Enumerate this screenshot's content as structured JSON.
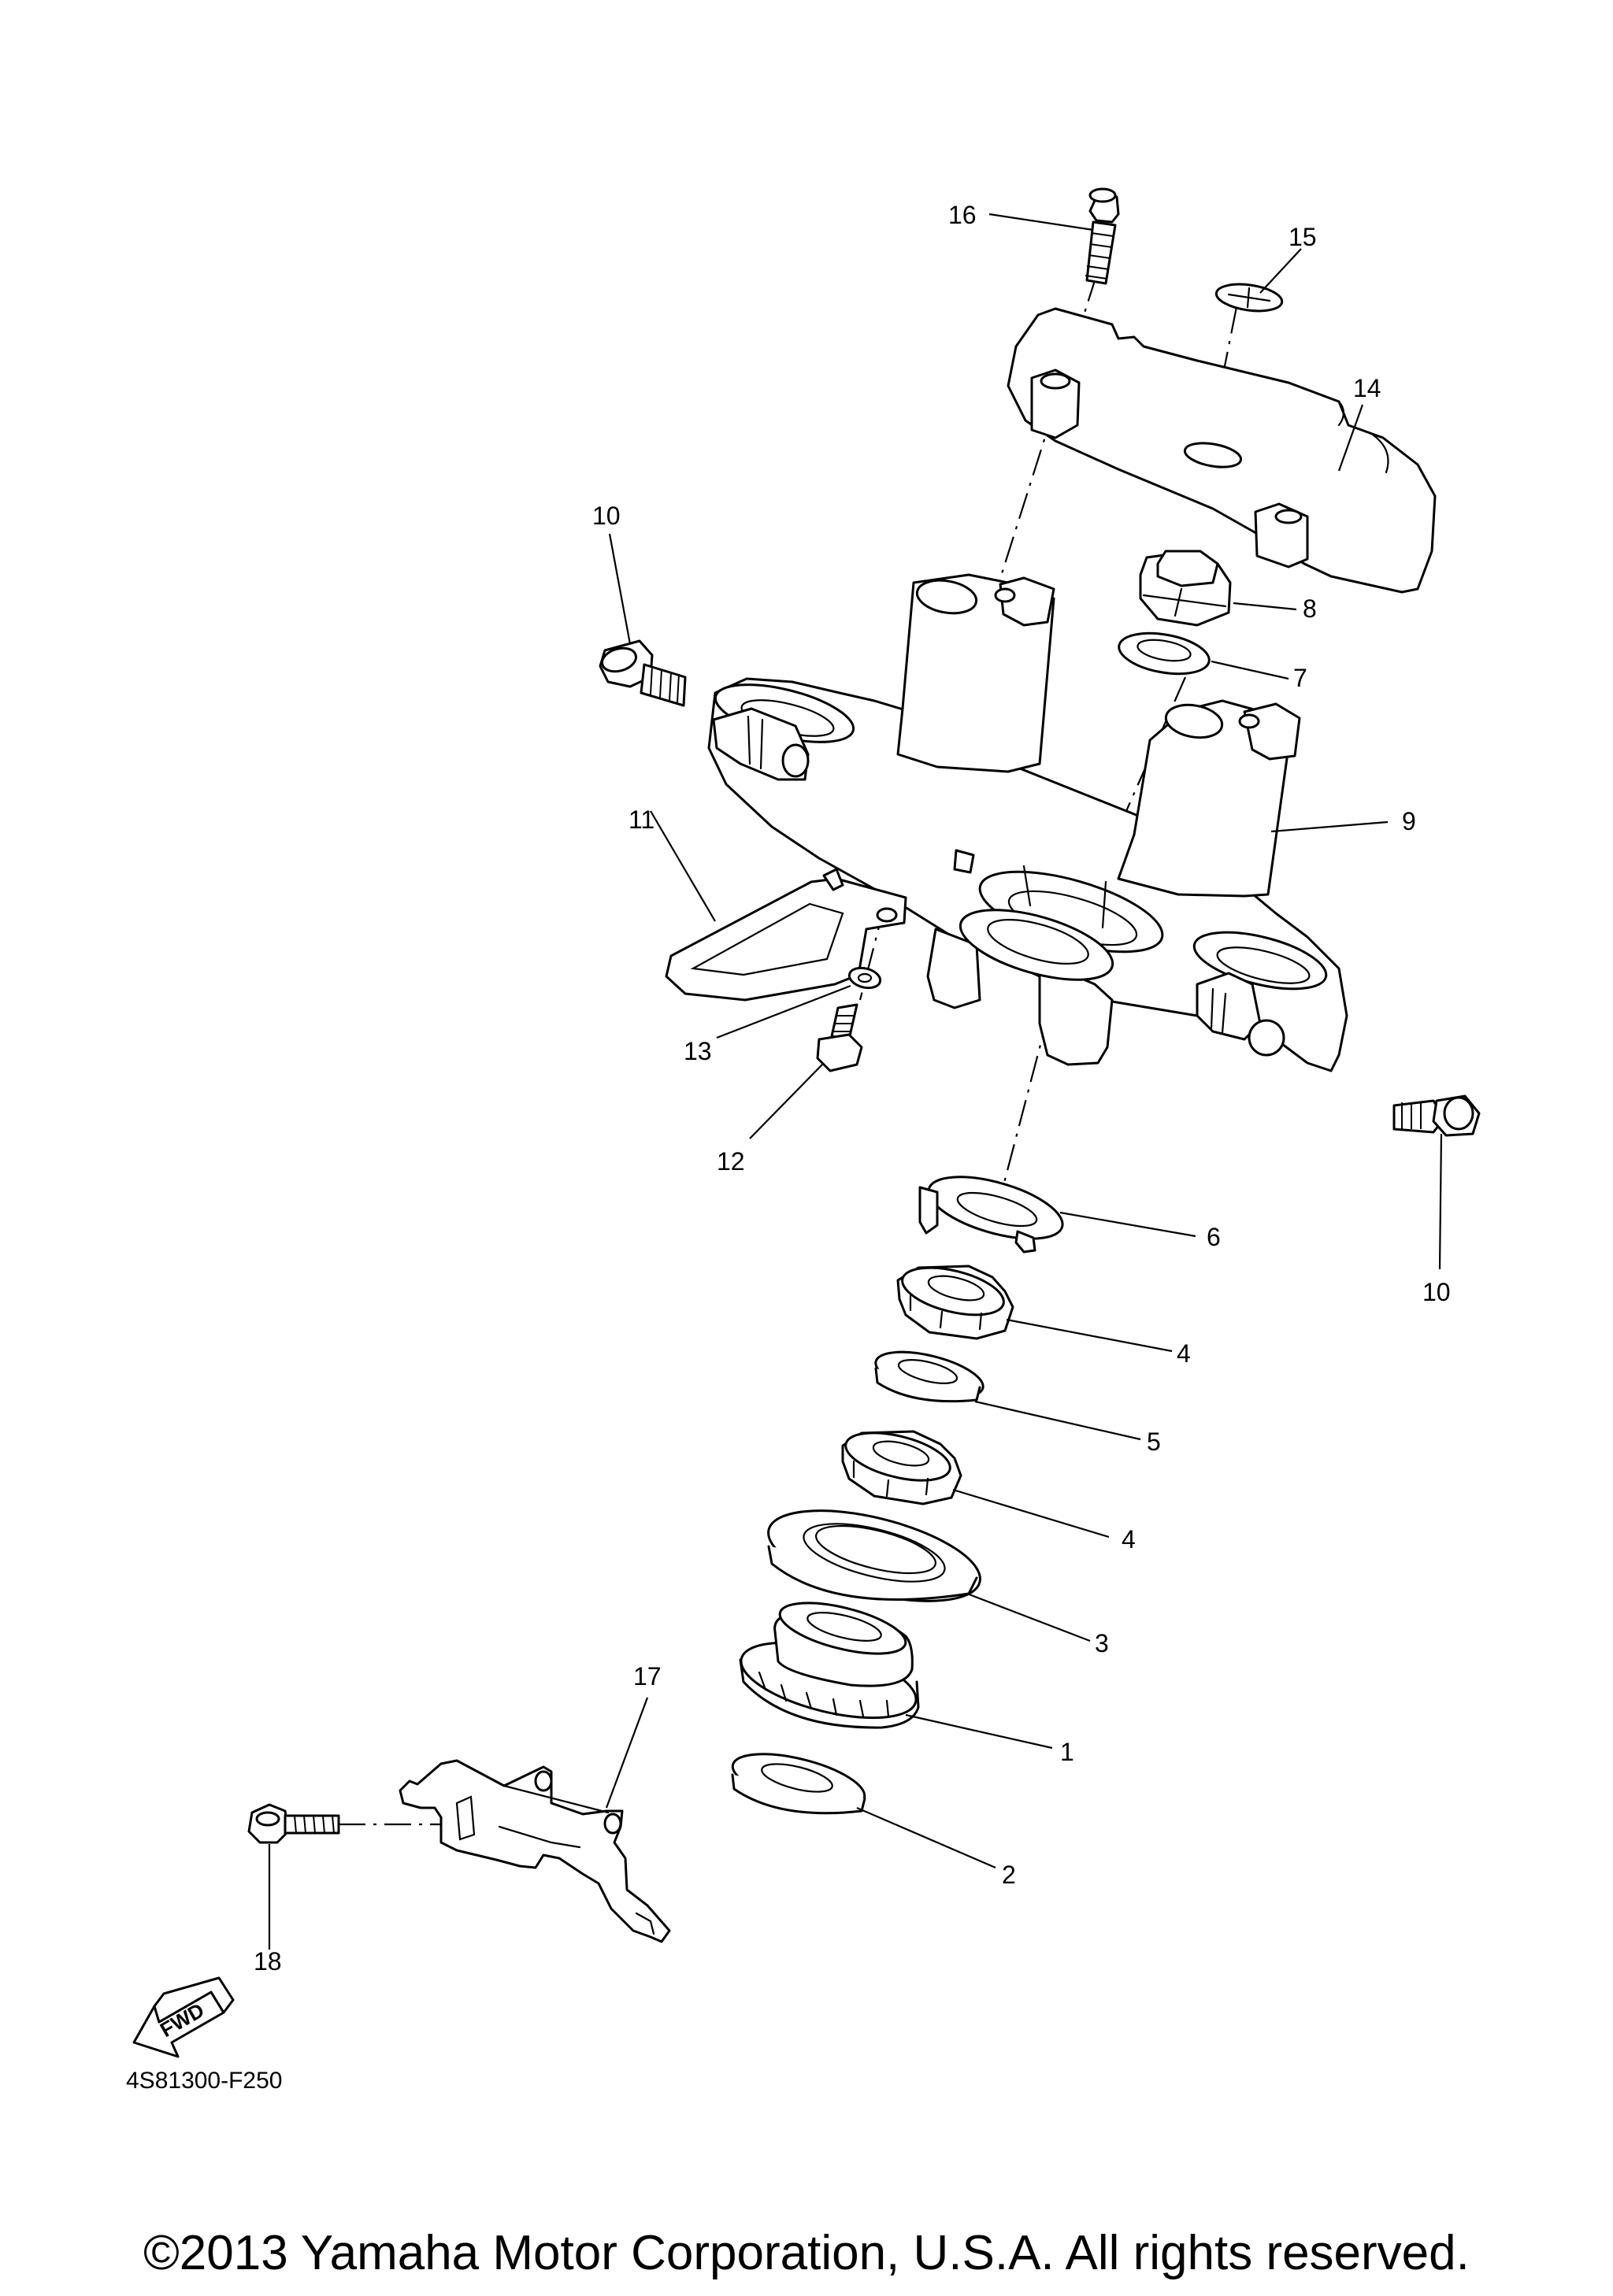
{
  "callouts": {
    "c1": "1",
    "c2": "2",
    "c3": "3",
    "c4a": "4",
    "c4b": "4",
    "c5": "5",
    "c6": "6",
    "c7": "7",
    "c8": "8",
    "c9": "9",
    "c10a": "10",
    "c10b": "10",
    "c11": "11",
    "c12": "12",
    "c13": "13",
    "c14": "14",
    "c15": "15",
    "c16": "16",
    "c17": "17",
    "c18": "18"
  },
  "fwd_label": "FWD",
  "diagram_code": "4S81300-F250",
  "copyright": "©2013 Yamaha Motor Corporation, U.S.A. All rights reserved."
}
